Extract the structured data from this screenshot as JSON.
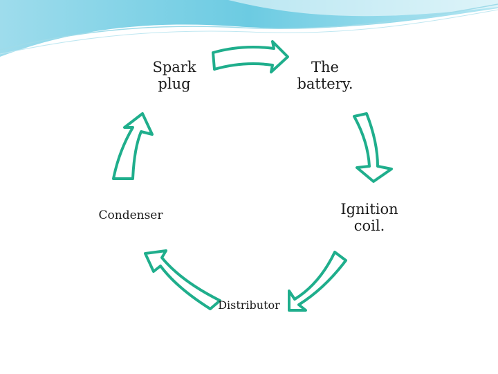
{
  "colors": {
    "arrow_fill": "#ffffff",
    "arrow_stroke": "#1fae8c",
    "header_band": "#7fd3e6",
    "header_band_light": "#c8edf5"
  },
  "diagram": {
    "nodes": [
      {
        "id": "spark_plug",
        "label": "Spark\nplug"
      },
      {
        "id": "battery",
        "label": "The\nbattery."
      },
      {
        "id": "ignition_coil",
        "label": "Ignition\ncoil."
      },
      {
        "id": "distributor",
        "label": "Distributor"
      },
      {
        "id": "condenser",
        "label": "Condenser"
      }
    ],
    "edges": [
      {
        "from": "spark_plug",
        "to": "battery"
      },
      {
        "from": "battery",
        "to": "ignition_coil"
      },
      {
        "from": "ignition_coil",
        "to": "distributor"
      },
      {
        "from": "distributor",
        "to": "condenser"
      },
      {
        "from": "condenser",
        "to": "spark_plug"
      }
    ]
  }
}
